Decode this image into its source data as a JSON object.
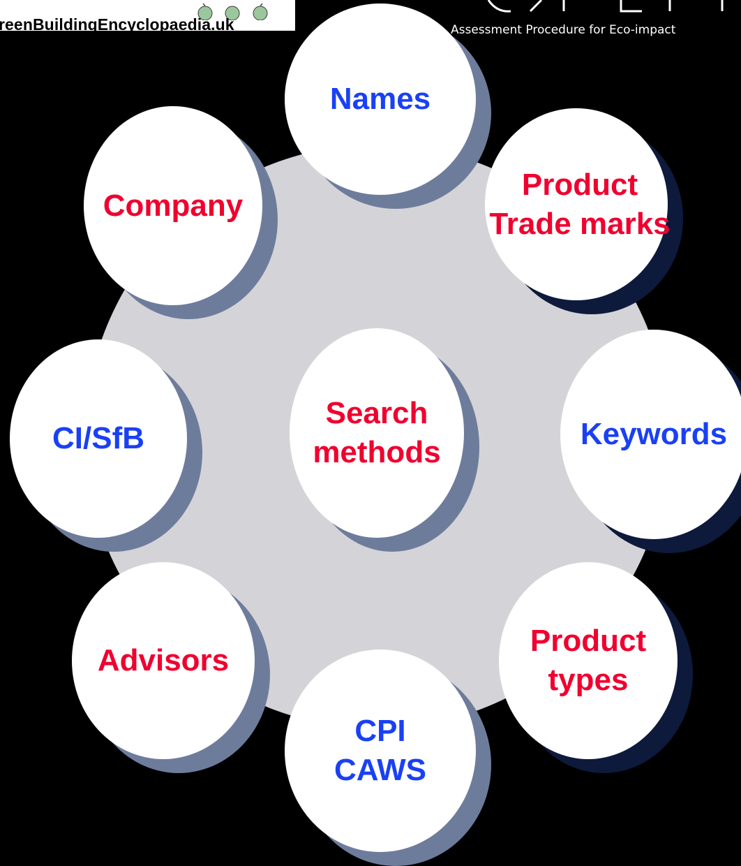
{
  "header": {
    "site_logo_text": "GreenBuildingEncyclopaedia.uk",
    "brand_tagline": "Assessment Procedure for Eco-impact"
  },
  "colors": {
    "background": "#000000",
    "hub_disc": "#d4d4d8",
    "circle_fill": "#ffffff",
    "circle_shadow": "#6e7c9c",
    "label_red": "#f0002e",
    "label_blue": "#1a40f5",
    "logo_dot": "#9cc79c"
  },
  "diagram": {
    "center": {
      "label": "Search\nmethods",
      "color": "red",
      "icon": "none"
    },
    "nodes": [
      {
        "id": "names",
        "label": "Names",
        "color": "blue"
      },
      {
        "id": "product-trade-marks",
        "label": "Product\nTrade marks",
        "color": "red"
      },
      {
        "id": "keywords",
        "label": "Keywords",
        "color": "blue"
      },
      {
        "id": "product-types",
        "label": "Product\ntypes",
        "color": "red"
      },
      {
        "id": "cpi-caws",
        "label": "CPI\nCAWS",
        "color": "blue"
      },
      {
        "id": "advisors",
        "label": "Advisors",
        "color": "red"
      },
      {
        "id": "ci-sfb",
        "label": "CI/SfB",
        "color": "blue"
      },
      {
        "id": "company",
        "label": "Company",
        "color": "red"
      }
    ]
  }
}
